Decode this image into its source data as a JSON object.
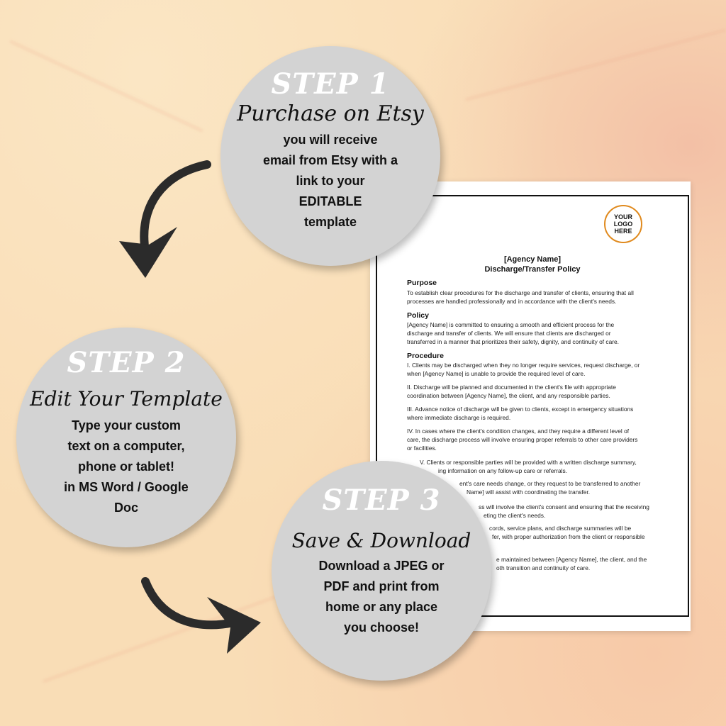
{
  "steps": [
    {
      "title": "STEP 1",
      "subtitle": "Purchase on Etsy",
      "lines": [
        "you will receive",
        "email from Etsy with a",
        "link to your",
        "EDITABLE",
        "template"
      ]
    },
    {
      "title": "STEP 2",
      "subtitle": "Edit Your Template",
      "lines": [
        "Type your custom",
        "text on a computer,",
        "phone or tablet!",
        "in MS Word / Google",
        "Doc"
      ]
    },
    {
      "title": "STEP 3",
      "subtitle": "Save & Download",
      "lines": [
        "Download a JPEG or",
        "PDF and print from",
        "home or any place",
        "you choose!"
      ]
    }
  ],
  "document": {
    "logo": [
      "YOUR",
      "LOGO",
      "HERE"
    ],
    "title": "[Agency Name]",
    "subtitle": "Discharge/Transfer Policy",
    "purpose_heading": "Purpose",
    "purpose": [
      "To establish clear procedures for the discharge and transfer of clients, ensuring that all",
      "processes are handled professionally and in accordance with the client's needs."
    ],
    "policy_heading": "Policy",
    "policy": [
      "[Agency Name] is committed to ensuring a smooth and efficient process for the",
      "discharge and transfer of clients. We will ensure that clients are discharged or",
      "transferred in a manner that prioritizes their safety, dignity, and continuity of care."
    ],
    "procedure_heading": "Procedure",
    "procedure": [
      "I. Clients may be discharged when they no longer require services, request discharge, or",
      "when [Agency Name] is unable to provide the required level of care.",
      "II. Discharge will be planned and documented in the client's file with appropriate",
      "coordination between [Agency Name], the client, and any responsible parties.",
      "III. Advance notice of discharge will be given to clients, except in emergency situations",
      "where immediate discharge is required.",
      "IV. In cases where the client's condition changes, and they require a different level of",
      "care, the discharge process will involve ensuring proper referrals to other care providers",
      "or facilities.",
      "V. Clients or responsible parties will be provided with a written discharge summary,",
      "ing information on any follow-up care or referrals.",
      "ent's care needs change, or they request to be transferred to another",
      "Name] will assist with coordinating the transfer.",
      "ss will involve the client's consent and ensuring that the receiving",
      "eting the client's needs.",
      "cords, service plans, and discharge summaries will be",
      "fer, with proper authorization from the client or responsible",
      "e maintained between [Agency Name], the client, and the",
      "oth transition and continuity of care."
    ]
  }
}
